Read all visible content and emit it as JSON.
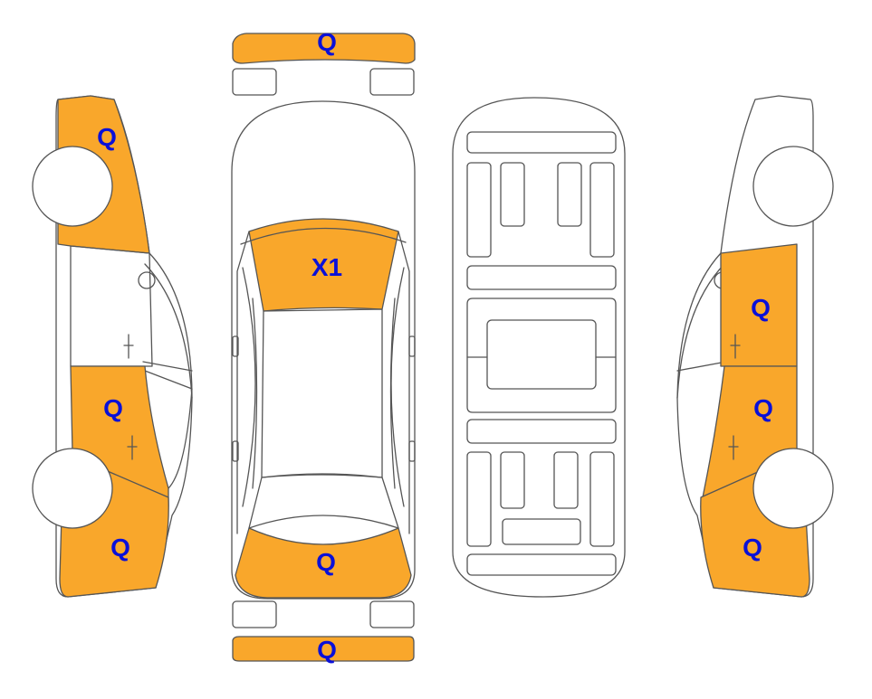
{
  "colors": {
    "highlight": "#F9A72B",
    "outline": "#555555",
    "label": "#0A10D8",
    "background": "#FFFFFF"
  },
  "markers": {
    "front_bumper": "Q",
    "hood": "X1",
    "trunk": "Q",
    "rear_bumper": "Q",
    "left_front_fender": "Q",
    "left_rear_door": "Q",
    "left_rear_quarter": "Q",
    "right_front_door": "Q",
    "right_rear_door": "Q",
    "right_rear_quarter": "Q"
  }
}
